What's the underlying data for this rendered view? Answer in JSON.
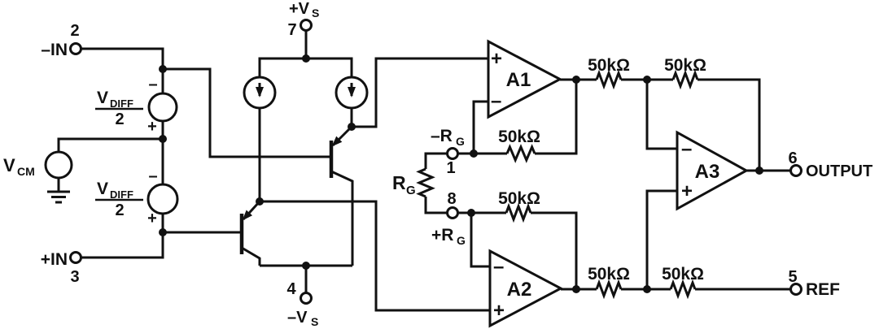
{
  "canvas": {
    "background": "#ffffff",
    "ink": "#111111"
  },
  "schematic": {
    "terminals": {
      "neg_in": {
        "label": "–IN",
        "pin": "2"
      },
      "pos_in": {
        "label": "+IN",
        "pin": "3"
      },
      "pos_supply": {
        "label": "+V",
        "sub": "S",
        "pin": "7"
      },
      "neg_supply": {
        "label": "–V",
        "sub": "S",
        "pin": "4"
      },
      "neg_rg": {
        "label": "–R",
        "sub": "G",
        "pin": "1"
      },
      "pos_rg": {
        "label": "+R",
        "sub": "G",
        "pin": "8"
      },
      "output": {
        "label": "OUTPUT",
        "pin": "6"
      },
      "ref": {
        "label": "REF",
        "pin": "5"
      }
    },
    "sources": {
      "vcm": {
        "label": "V",
        "sub": "CM"
      },
      "vdiff_top": {
        "label": "V",
        "sub": "DIFF",
        "denominator": "2",
        "minus": "–",
        "plus": "+"
      },
      "vdiff_bottom": {
        "label": "V",
        "sub": "DIFF",
        "denominator": "2",
        "minus": "–",
        "plus": "+"
      }
    },
    "amplifiers": {
      "a1": {
        "label": "A1",
        "minus": "–",
        "plus": "+"
      },
      "a2": {
        "label": "A2",
        "minus": "–",
        "plus": "+"
      },
      "a3": {
        "label": "A3",
        "minus": "–",
        "plus": "+"
      }
    },
    "resistors": {
      "gain": {
        "label": "R",
        "sub": "G"
      },
      "feedback_value": "50kΩ"
    }
  }
}
